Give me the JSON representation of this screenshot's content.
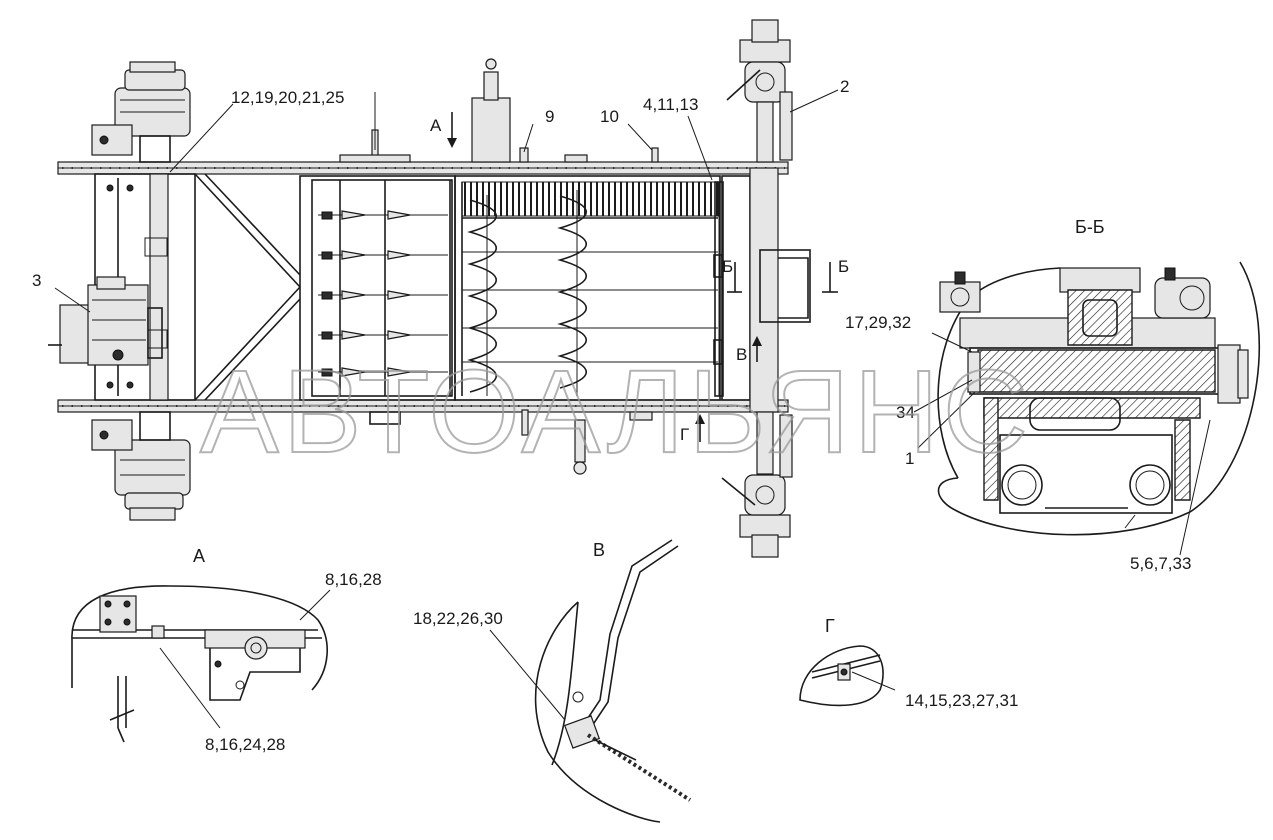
{
  "watermark": "АВТОАЛЬЯНС",
  "section_titles": {
    "view_a": "А",
    "view_v": "В",
    "view_g": "Г",
    "section_bb": "Б-Б"
  },
  "main_view": {
    "callouts": {
      "c_12_19_20_21_25": "12,19,20,21,25",
      "c_9": "9",
      "c_10": "10",
      "c_4_11_13": "4,11,13",
      "c_2": "2",
      "c_3": "3"
    },
    "view_markers": {
      "arrow_a": "А",
      "arrow_b_left": "Б",
      "arrow_b_right": "Б",
      "arrow_v": "В",
      "arrow_g": "Г"
    }
  },
  "section_bb": {
    "callouts": {
      "c_17_29_32": "17,29,32",
      "c_34": "34",
      "c_1": "1",
      "c_5_6_7_33": "5,6,7,33"
    }
  },
  "view_a": {
    "callouts": {
      "c_8_16_28": "8,16,28",
      "c_8_16_24_28": "8,16,24,28"
    }
  },
  "view_v": {
    "callouts": {
      "c_18_22_26_30": "18,22,26,30"
    }
  },
  "view_g": {
    "callouts": {
      "c_14_15_23_27_31": "14,15,23,27,31"
    }
  }
}
